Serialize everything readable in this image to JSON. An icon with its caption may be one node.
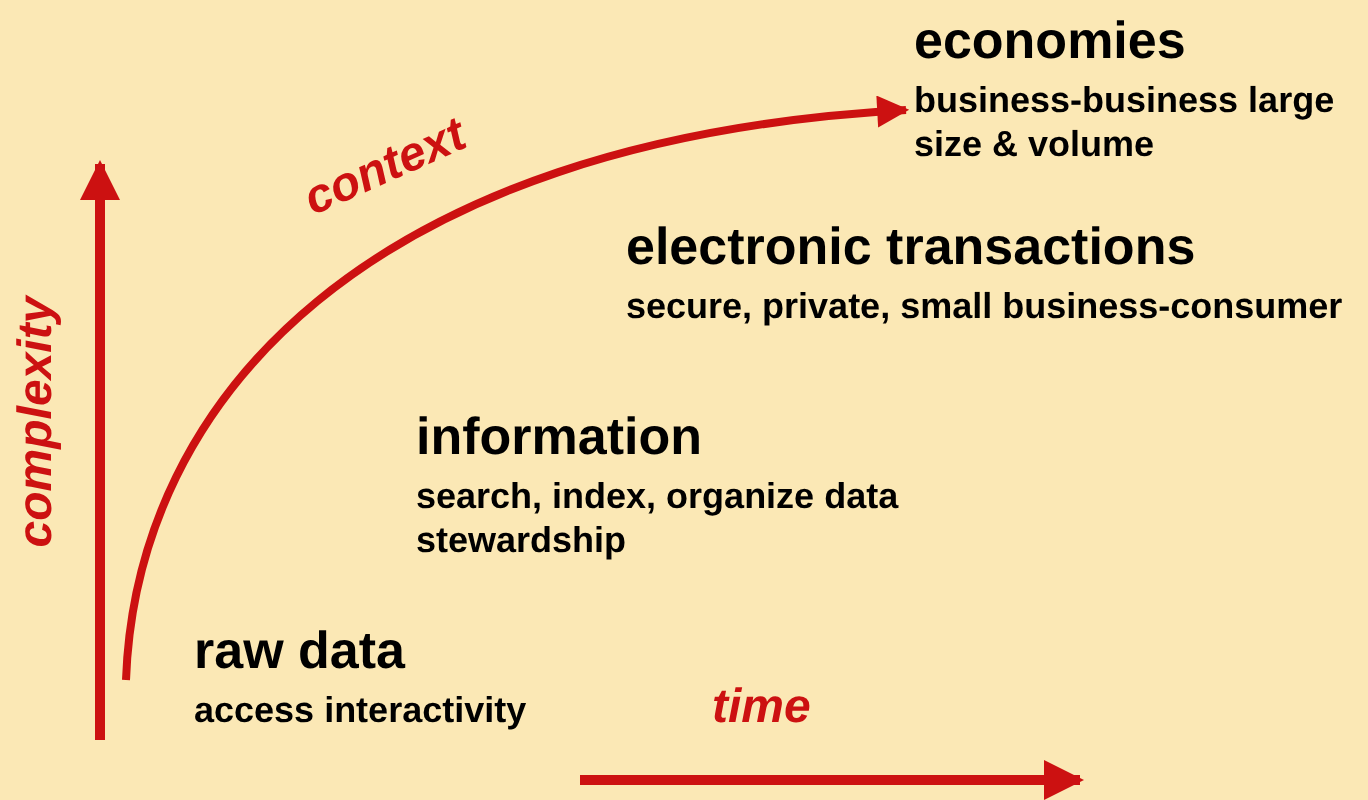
{
  "diagram": {
    "nodes": [
      {
        "text": [
          "raw data",
          "access interactivity"
        ]
      },
      {
        "text": [
          "information",
          "search, index, organize data stewardship"
        ]
      },
      {
        "text": [
          "electronic transactions",
          "secure, private, small business-consumer"
        ]
      },
      {
        "text": [
          "economies",
          "business-business large size & volume"
        ]
      }
    ],
    "edges": [
      {
        "from": null,
        "to": 3,
        "arrow": "to",
        "label": "context"
      }
    ],
    "labels": [
      "complexity",
      "time"
    ]
  }
}
